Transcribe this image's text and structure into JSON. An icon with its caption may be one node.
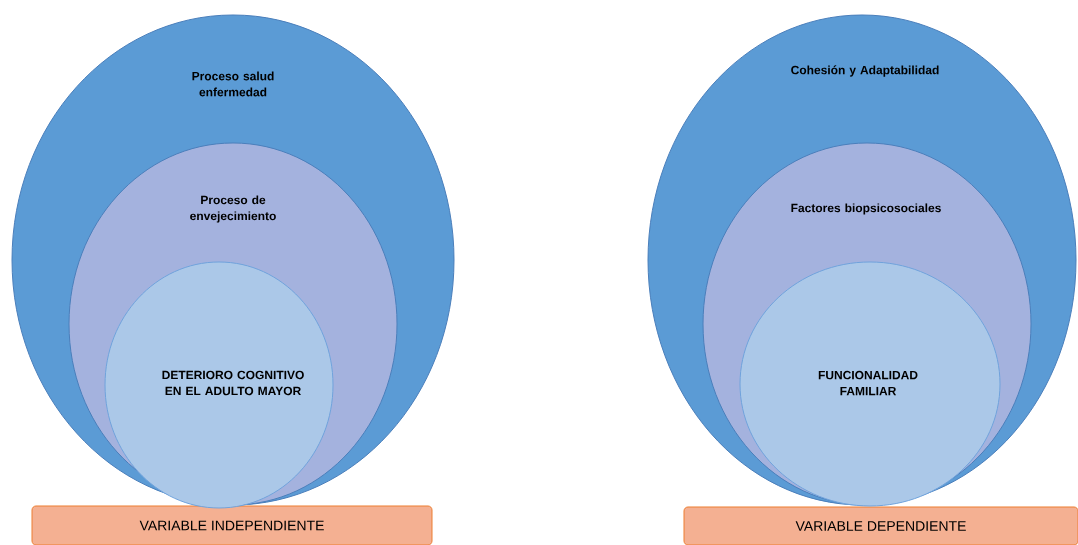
{
  "diagram": {
    "nodes": [
      {
        "text": [
          "Proceso salud enfermedad"
        ]
      },
      {
        "text": [
          "Proceso de envejecimiento"
        ],
        "in": 0
      },
      {
        "text": [
          "DETERIORO COGNITIVO EN EL ADULTO MAYOR"
        ],
        "in": 1
      },
      {
        "text": [
          "VARIABLE INDEPENDIENTE"
        ]
      },
      {
        "text": [
          "Cohesión y Adaptabilidad"
        ]
      },
      {
        "text": [
          "Factores biopsicosociales"
        ],
        "in": 4
      },
      {
        "text": [
          "FUNCIONALIDAD FAMILIAR"
        ],
        "in": 5
      },
      {
        "text": [
          "VARIABLE DEPENDIENTE"
        ]
      }
    ]
  }
}
